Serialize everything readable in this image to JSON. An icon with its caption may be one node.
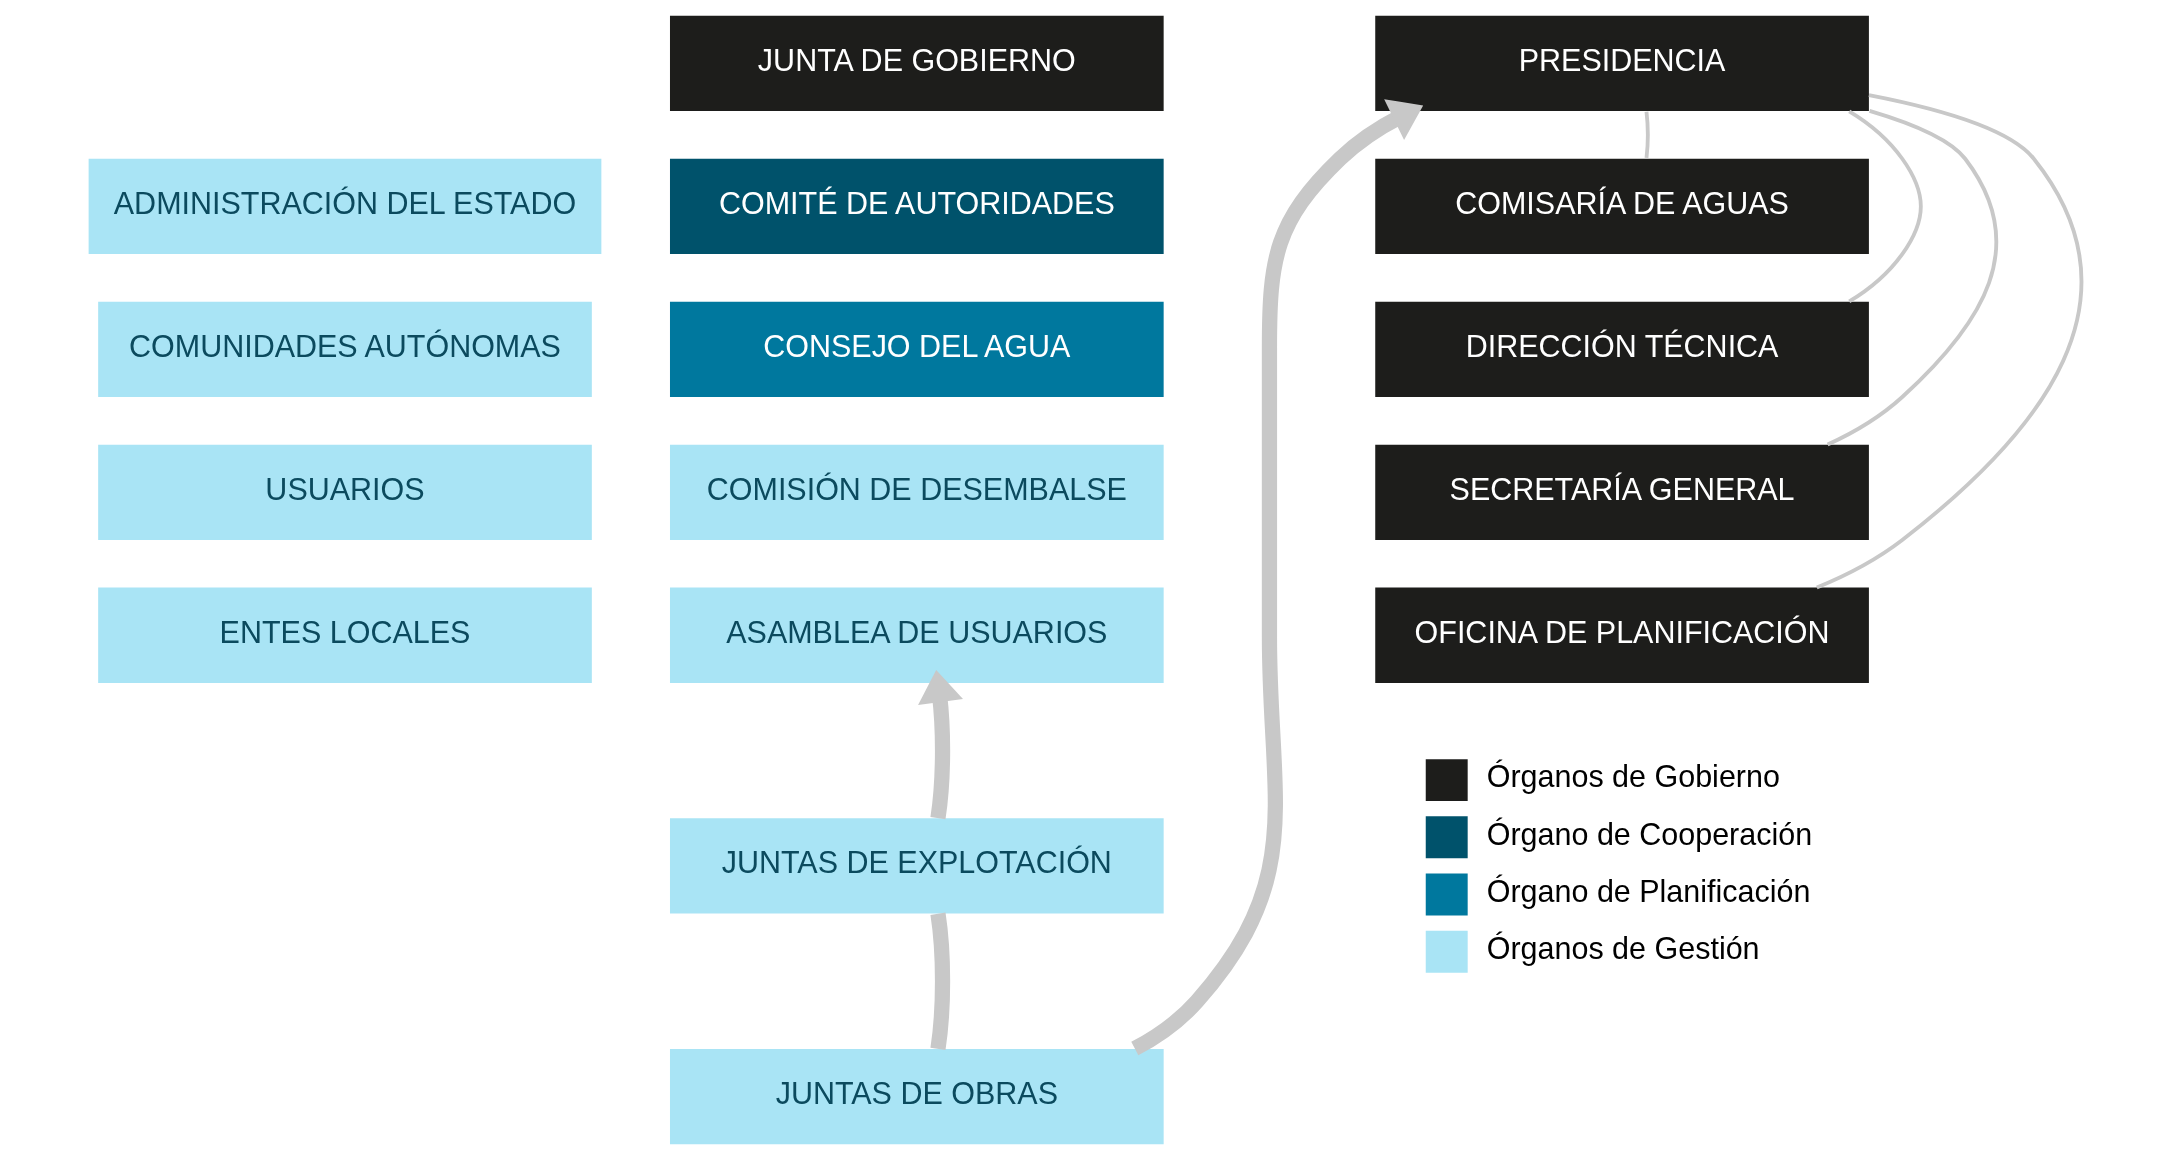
{
  "diagram": {
    "nodes": [
      {
        "text": [
          "ADMINISTRACIÓN DEL ESTADO"
        ]
      },
      {
        "text": [
          "COMUNIDADES AUTÓNOMAS"
        ]
      },
      {
        "text": [
          "USUARIOS"
        ]
      },
      {
        "text": [
          "ENTES LOCALES"
        ]
      },
      {
        "text": [
          "JUNTA DE GOBIERNO"
        ]
      },
      {
        "text": [
          "COMITÉ DE AUTORIDADES"
        ]
      },
      {
        "text": [
          "CONSEJO DEL AGUA"
        ]
      },
      {
        "text": [
          "COMISIÓN DE DESEMBALSE"
        ]
      },
      {
        "text": [
          "ASAMBLEA DE USUARIOS"
        ]
      },
      {
        "text": [
          "JUNTAS DE EXPLOTACIÓN"
        ]
      },
      {
        "text": [
          "JUNTAS DE OBRAS"
        ]
      },
      {
        "text": [
          "PRESIDENCIA"
        ]
      },
      {
        "text": [
          "COMISARÍA DE AGUAS"
        ]
      },
      {
        "text": [
          "DIRECCIÓN TÉCNICA"
        ]
      },
      {
        "text": [
          "SECRETARÍA GENERAL"
        ]
      },
      {
        "text": [
          "OFICINA DE PLANIFICACIÓN"
        ]
      }
    ],
    "edges": [
      {
        "from": 10,
        "to": 9,
        "arrow": "none",
        "style": "thick"
      },
      {
        "from": 9,
        "to": 8,
        "arrow": "to",
        "style": "thick"
      },
      {
        "from": 10,
        "to": 11,
        "arrow": "to",
        "style": "thick"
      },
      {
        "from": 11,
        "to": 12,
        "arrow": "none"
      },
      {
        "from": 11,
        "to": 13,
        "arrow": "none"
      },
      {
        "from": 11,
        "to": 14,
        "arrow": "none"
      },
      {
        "from": 11,
        "to": 15,
        "arrow": "none"
      }
    ],
    "legend": [
      {
        "text": "Órganos de Gobierno",
        "color": "#1d1d1b"
      },
      {
        "text": "Órgano de Cooperación",
        "color": "#00526b"
      },
      {
        "text": "Órgano de Planificación",
        "color": "#00789e"
      },
      {
        "text": "Órganos de Gestión",
        "color": "#a9e4f5"
      }
    ]
  }
}
